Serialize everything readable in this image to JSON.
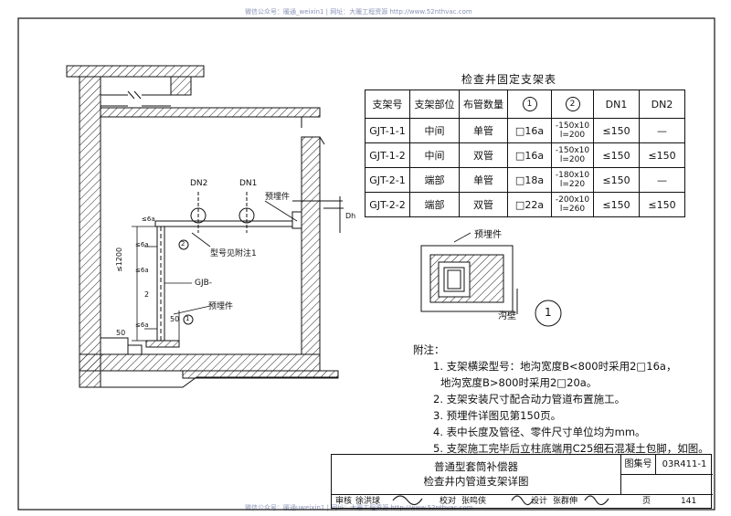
{
  "watermarks": {
    "top": "微信公众号：暖通_weixin1 | 网址：大暖工程资源 http://www.52nthvac.com",
    "bottom": "微信公众号：暖通uweixin1 | 网址：大暖工程资源 http://www.52nthvac.com"
  },
  "table": {
    "title": "检查井固定支架表",
    "headers": [
      "支架号",
      "支架部位",
      "布管数量",
      "1",
      "2",
      "DN1",
      "DN2"
    ],
    "rows": [
      {
        "no": "GJT-1-1",
        "pos": "中间",
        "count": "单管",
        "c1": "16a",
        "c2a": "-150x10",
        "c2b": "l=200",
        "dn1": "≤150",
        "dn2": "—"
      },
      {
        "no": "GJT-1-2",
        "pos": "中间",
        "count": "双管",
        "c1": "16a",
        "c2a": "-150x10",
        "c2b": "l=200",
        "dn1": "≤150",
        "dn2": "≤150"
      },
      {
        "no": "GJT-2-1",
        "pos": "端部",
        "count": "单管",
        "c1": "18a",
        "c2a": "-180x10",
        "c2b": "l=220",
        "dn1": "≤150",
        "dn2": "—"
      },
      {
        "no": "GJT-2-2",
        "pos": "端部",
        "count": "双管",
        "c1": "22a",
        "c2a": "-200x10",
        "c2b": "l=260",
        "dn1": "≤150",
        "dn2": "≤150"
      }
    ]
  },
  "drawing": {
    "dn2": "DN2",
    "dn1": "DN1",
    "embedded": "预埋件",
    "embedded2": "预埋件",
    "embedded3": "预埋件",
    "model_note": "型号见附注1",
    "gjb": "GJB-",
    "dim_1200": "≤1200",
    "dim_50": "50",
    "dim_50b": "50",
    "dim_2": "2",
    "marker_1": "1",
    "marker_2": "2",
    "h_label": "Dh",
    "b6a": "≤6a",
    "b6a2": "≤6a",
    "b6a3": "≤6a",
    "b6a4": "≤6a",
    "trench_wall": "沟壁",
    "detail_no": "1"
  },
  "notes": {
    "heading": "附注：",
    "items": [
      "1. 支架横梁型号：地沟宽度B<800时采用2□16a，",
      "地沟宽度B>800时采用2□20a。",
      "2. 支架安装尺寸配合动力管道布置施工。",
      "3. 预埋件详图见第150页。",
      "4. 表中长度及管径、零件尺寸单位均为mm。",
      "5. 支架施工完毕后立柱底端用C25细石混凝土包脚，如图。"
    ]
  },
  "title_block": {
    "line1": "普通型套筒补偿器",
    "line2": "检查井内管道支架详图",
    "atlas_label": "图集号",
    "atlas_value": "03R411-1",
    "review_label": "审核",
    "reviewer": "徐洪球",
    "check_label": "校对",
    "checker": "张鸣侠",
    "design_label": "设计",
    "designer": "张群伸",
    "page_label": "页",
    "page": "141"
  }
}
